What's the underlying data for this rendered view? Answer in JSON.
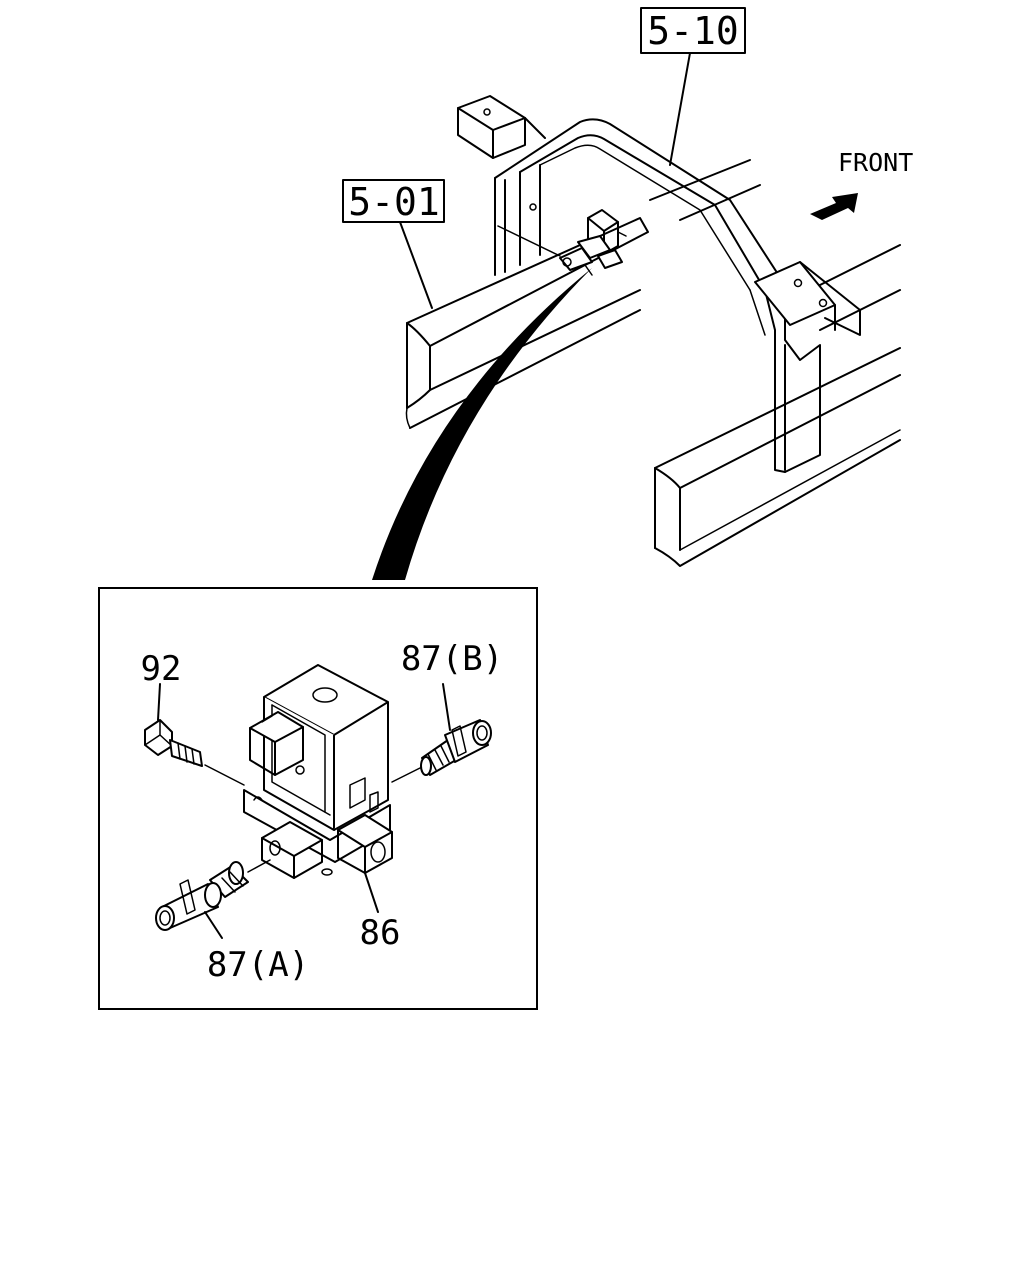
{
  "references": {
    "ref_510": "5-10",
    "ref_501": "5-01"
  },
  "direction": {
    "front": "FRONT"
  },
  "callouts": {
    "bolt": "92",
    "fitting_b": "87(B)",
    "fitting_a": "87(A)",
    "valve": "86"
  },
  "colors": {
    "line": "#000000",
    "background": "#ffffff"
  },
  "icons": {
    "direction_arrow": "front-arrow-icon"
  }
}
